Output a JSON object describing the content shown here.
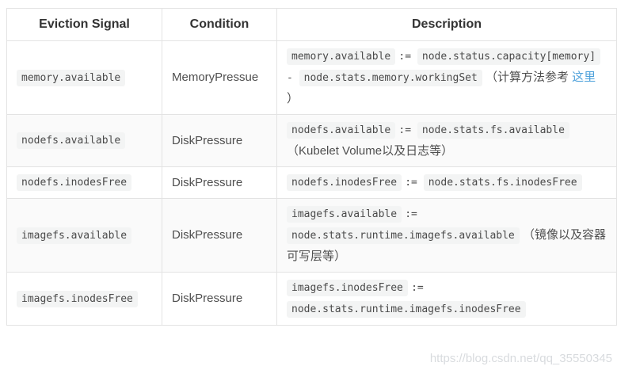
{
  "table": {
    "headers": [
      "Eviction Signal",
      "Condition",
      "Description"
    ],
    "rows": [
      {
        "signal": "memory.available",
        "condition": "MemoryPressue",
        "description": [
          {
            "type": "code",
            "text": "memory.available"
          },
          {
            "type": "mono",
            "text": " := "
          },
          {
            "type": "code",
            "text": "node.status.capacity[memory]"
          },
          {
            "type": "mono",
            "text": " - "
          },
          {
            "type": "code",
            "text": "node.stats.memory.workingSet"
          },
          {
            "type": "text",
            "text": "（计算方法参考"
          },
          {
            "type": "link",
            "text": "这里"
          },
          {
            "type": "text",
            "text": "）"
          }
        ]
      },
      {
        "signal": "nodefs.available",
        "condition": "DiskPressure",
        "description": [
          {
            "type": "code",
            "text": "nodefs.available"
          },
          {
            "type": "mono",
            "text": " := "
          },
          {
            "type": "code",
            "text": "node.stats.fs.available"
          },
          {
            "type": "text",
            "text": "（Kubelet Volume以及日志等）"
          }
        ]
      },
      {
        "signal": "nodefs.inodesFree",
        "condition": "DiskPressure",
        "description": [
          {
            "type": "code",
            "text": "nodefs.inodesFree"
          },
          {
            "type": "mono",
            "text": " := "
          },
          {
            "type": "code",
            "text": "node.stats.fs.inodesFree"
          }
        ]
      },
      {
        "signal": "imagefs.available",
        "condition": "DiskPressure",
        "description": [
          {
            "type": "code",
            "text": "imagefs.available"
          },
          {
            "type": "mono",
            "text": " := "
          },
          {
            "type": "code",
            "text": "node.stats.runtime.imagefs.available"
          },
          {
            "type": "text",
            "text": "（镜像以及容器可写层等）"
          }
        ]
      },
      {
        "signal": "imagefs.inodesFree",
        "condition": "DiskPressure",
        "description": [
          {
            "type": "code",
            "text": "imagefs.inodesFree"
          },
          {
            "type": "mono",
            "text": " := "
          },
          {
            "type": "code",
            "text": "node.stats.runtime.imagefs.inodesFree"
          }
        ]
      }
    ]
  },
  "watermark": {
    "text": "https://blog.csdn.net/qq_35550345"
  },
  "colors": {
    "border": "#e3e3e3",
    "alt_row_bg": "#fafafa",
    "code_bg": "#f3f4f4",
    "link": "#4ea1db",
    "header_text": "#333333",
    "body_text": "#4f4f4f"
  }
}
